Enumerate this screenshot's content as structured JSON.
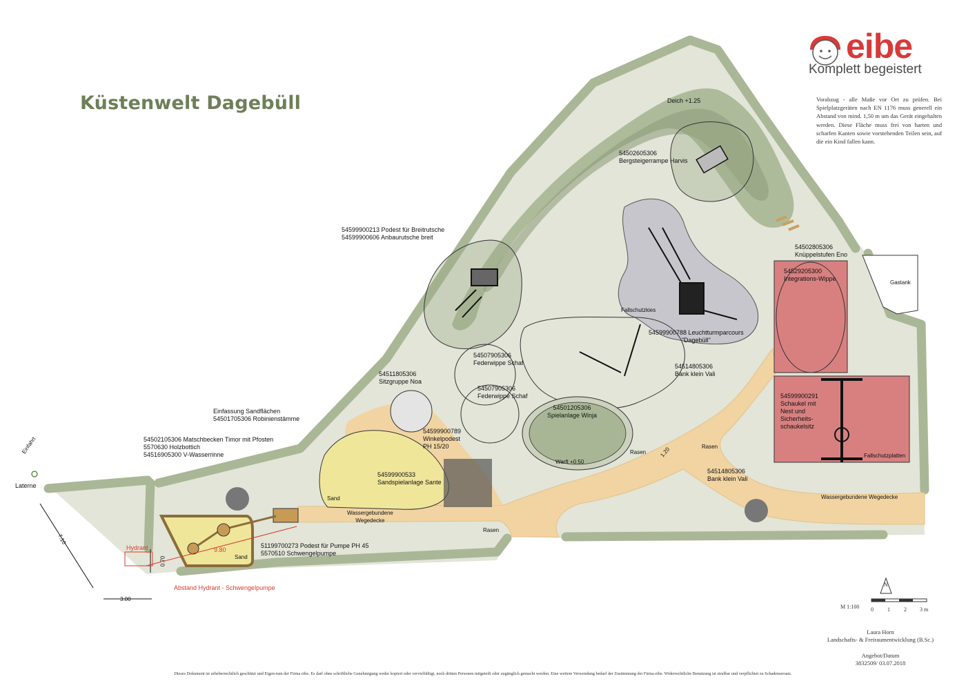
{
  "title": "Küstenwelt Dagebüll",
  "logo": {
    "word": "eibe",
    "tagline": "Komplett begeistert"
  },
  "notice": "Vorabzug - alle Maße vor Ort zu prüfen. Bei Spielplatzgeräten nach EN 1176 muss generell ein Abstand von mind. 1,50 m um das Gerät eingehalten werden. Diese Fläche muss frei von harten und scharfen Kanten sowie vorstehenden Teilen sein, auf die ein Kind fallen kann.",
  "labels": {
    "deich": "Deich +1.25",
    "bergsteiger": "54502605306\nBergsteigerrampe Harvis",
    "podest": "54599900213 Podest für Breitrutsche\n54599900606 Anbaurutsche breit",
    "knueppel": "54502805306\nKnüppelstufen Eno",
    "gastank": "Gastank",
    "integrations": "54529205300\nIntegrations-Wippe",
    "fallschutzkies": "Fallschutzkies",
    "leuchtturm": "54599900788 Leuchtturmparcours\n\"Dagebüll\"",
    "federwippe1": "54507905306\nFederwippe Schaf",
    "federwippe2": "54507905306\nFederwippe Schaf",
    "bank1": "54514805306\nBank klein Vali",
    "bank2": "54514805306\nBank klein Vali",
    "schaukel": "54599900291\nSchaukel mit\nNest und\nSicherheits-\nschaukelsitz",
    "fallschutzplatten": "Fallschutzplatten",
    "sitzgruppe": "54511805306\nSitzgruppe Noa",
    "winja": "54501205306\nSpielanlage Winja",
    "warft": "Warft +0.50",
    "rasen1": "Rasen",
    "rasen2": "Rasen",
    "rasen3": "Rasen",
    "dim120": "1.20",
    "einfassung": "Einfassung Sandflächen\n54501705306 Robinienstämme",
    "matsch": "54502105306 Matschbecken Timor mit Pfosten\n5570630 Holzbottich\n54516905300 V-Wasserrinne",
    "winkelpodest": "54599900789\nWinkelpodest\nPH 15/20",
    "sante": "54599900533\nSandspielanlage Sante",
    "sand1": "Sand",
    "sand2": "Sand",
    "wegedecke1": "Wassergebundene\nWegedecke",
    "wegedecke2": "Wassergebundene Wegedecke",
    "pumpe": "51199700273 Podest für Pumpe PH 45\n5570510 Schwengelpumpe",
    "hydrant": "Hydrant",
    "dim980": "9.80",
    "abstand": "Abstand Hydrant - Schwengelpumpe",
    "einfahrt": "Einfahrt",
    "laterne": "Laterne",
    "dim710": "7.10",
    "dim070": "0.70",
    "dim300": "3.00"
  },
  "scale": {
    "label": "M 1:100",
    "ticks": [
      "0",
      "1",
      "2",
      "3 m"
    ],
    "north": "N"
  },
  "credits": {
    "name": "Laura Horn",
    "role": "Landschafts- & Freiraumentwicklung (B.Sc.)",
    "offer_label": "Angebot/Datum",
    "offer_value": "3832509/ 03.07.2018"
  },
  "footer": "Dieses Dokument ist urheberrechtlich geschützt und Eigen-tum der Firma eibe. Es darf ohne schriftliche Genehmigung weder kopiert oder vervielfältigt, noch dritten Personen mitgeteilt oder zugänglich gemacht werden. Eine weitere Verwendung bedarf der Zustimmung der Firma eibe. Widerrechtliche Benutzung ist strafbar und verpflichtet zu Schadensersatz.",
  "colors": {
    "lawn": "#e2e5d8",
    "hedge": "#aab796",
    "deich": "#a9b695",
    "path": "#f1d4a2",
    "red_zone": "#d88080",
    "sand": "#efe69a",
    "gravel": "#c6c6cc",
    "title": "#6e7f58",
    "logo": "#d83a3a"
  }
}
